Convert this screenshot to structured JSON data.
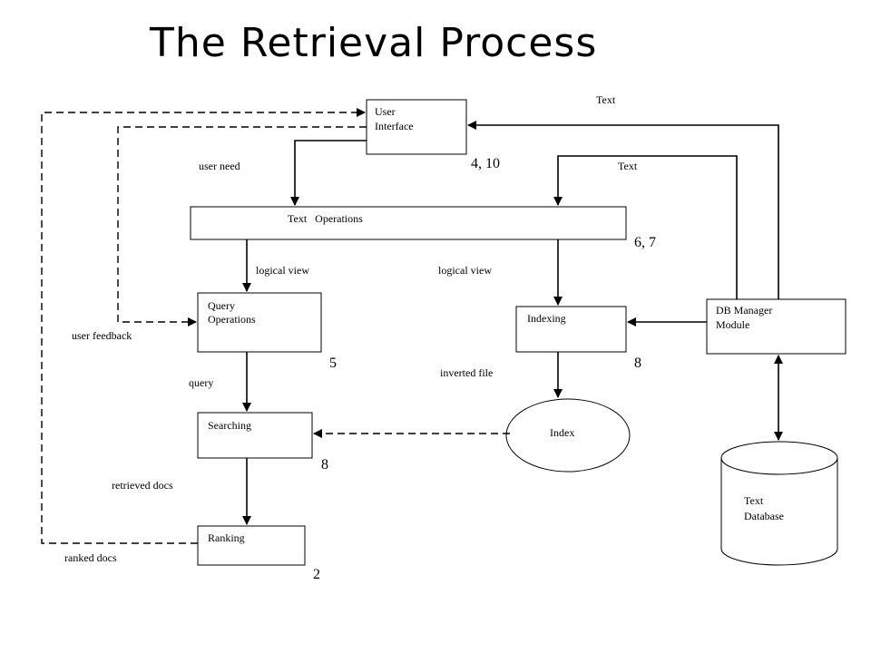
{
  "title": "The Retrieval Process",
  "nodes": {
    "user_interface": [
      "User",
      "Interface"
    ],
    "text_operations": "Text   Operations",
    "query_operations": [
      "Query",
      "Operations"
    ],
    "indexing": "Indexing",
    "db_manager": [
      "DB Manager",
      "Module"
    ],
    "searching": "Searching",
    "index": "Index",
    "ranking": "Ranking",
    "text_database": [
      "Text",
      "Database"
    ]
  },
  "edge_labels": {
    "text_top": "Text",
    "user_need": "user need",
    "text_right": "Text",
    "logical_view_left": "logical view",
    "logical_view_right": "logical view",
    "user_feedback": "user feedback",
    "query": "query",
    "inverted_file": "inverted file",
    "retrieved_docs": "retrieved docs",
    "ranked_docs": "ranked docs"
  },
  "step_numbers": {
    "ui": "4, 10",
    "text_ops": "6, 7",
    "query_ops": "5",
    "indexing": "8",
    "searching": "8",
    "ranking": "2"
  }
}
